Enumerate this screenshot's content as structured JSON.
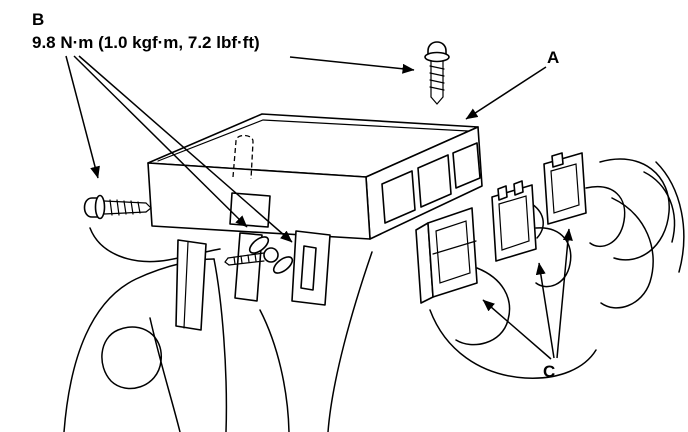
{
  "diagram": {
    "label_b": "B",
    "torque_spec": "9.8 N·m (1.0 kgf·m, 7.2 lbf·ft)",
    "label_a": "A",
    "label_c": "C"
  },
  "colors": {
    "line": "#000000",
    "background": "#ffffff"
  }
}
